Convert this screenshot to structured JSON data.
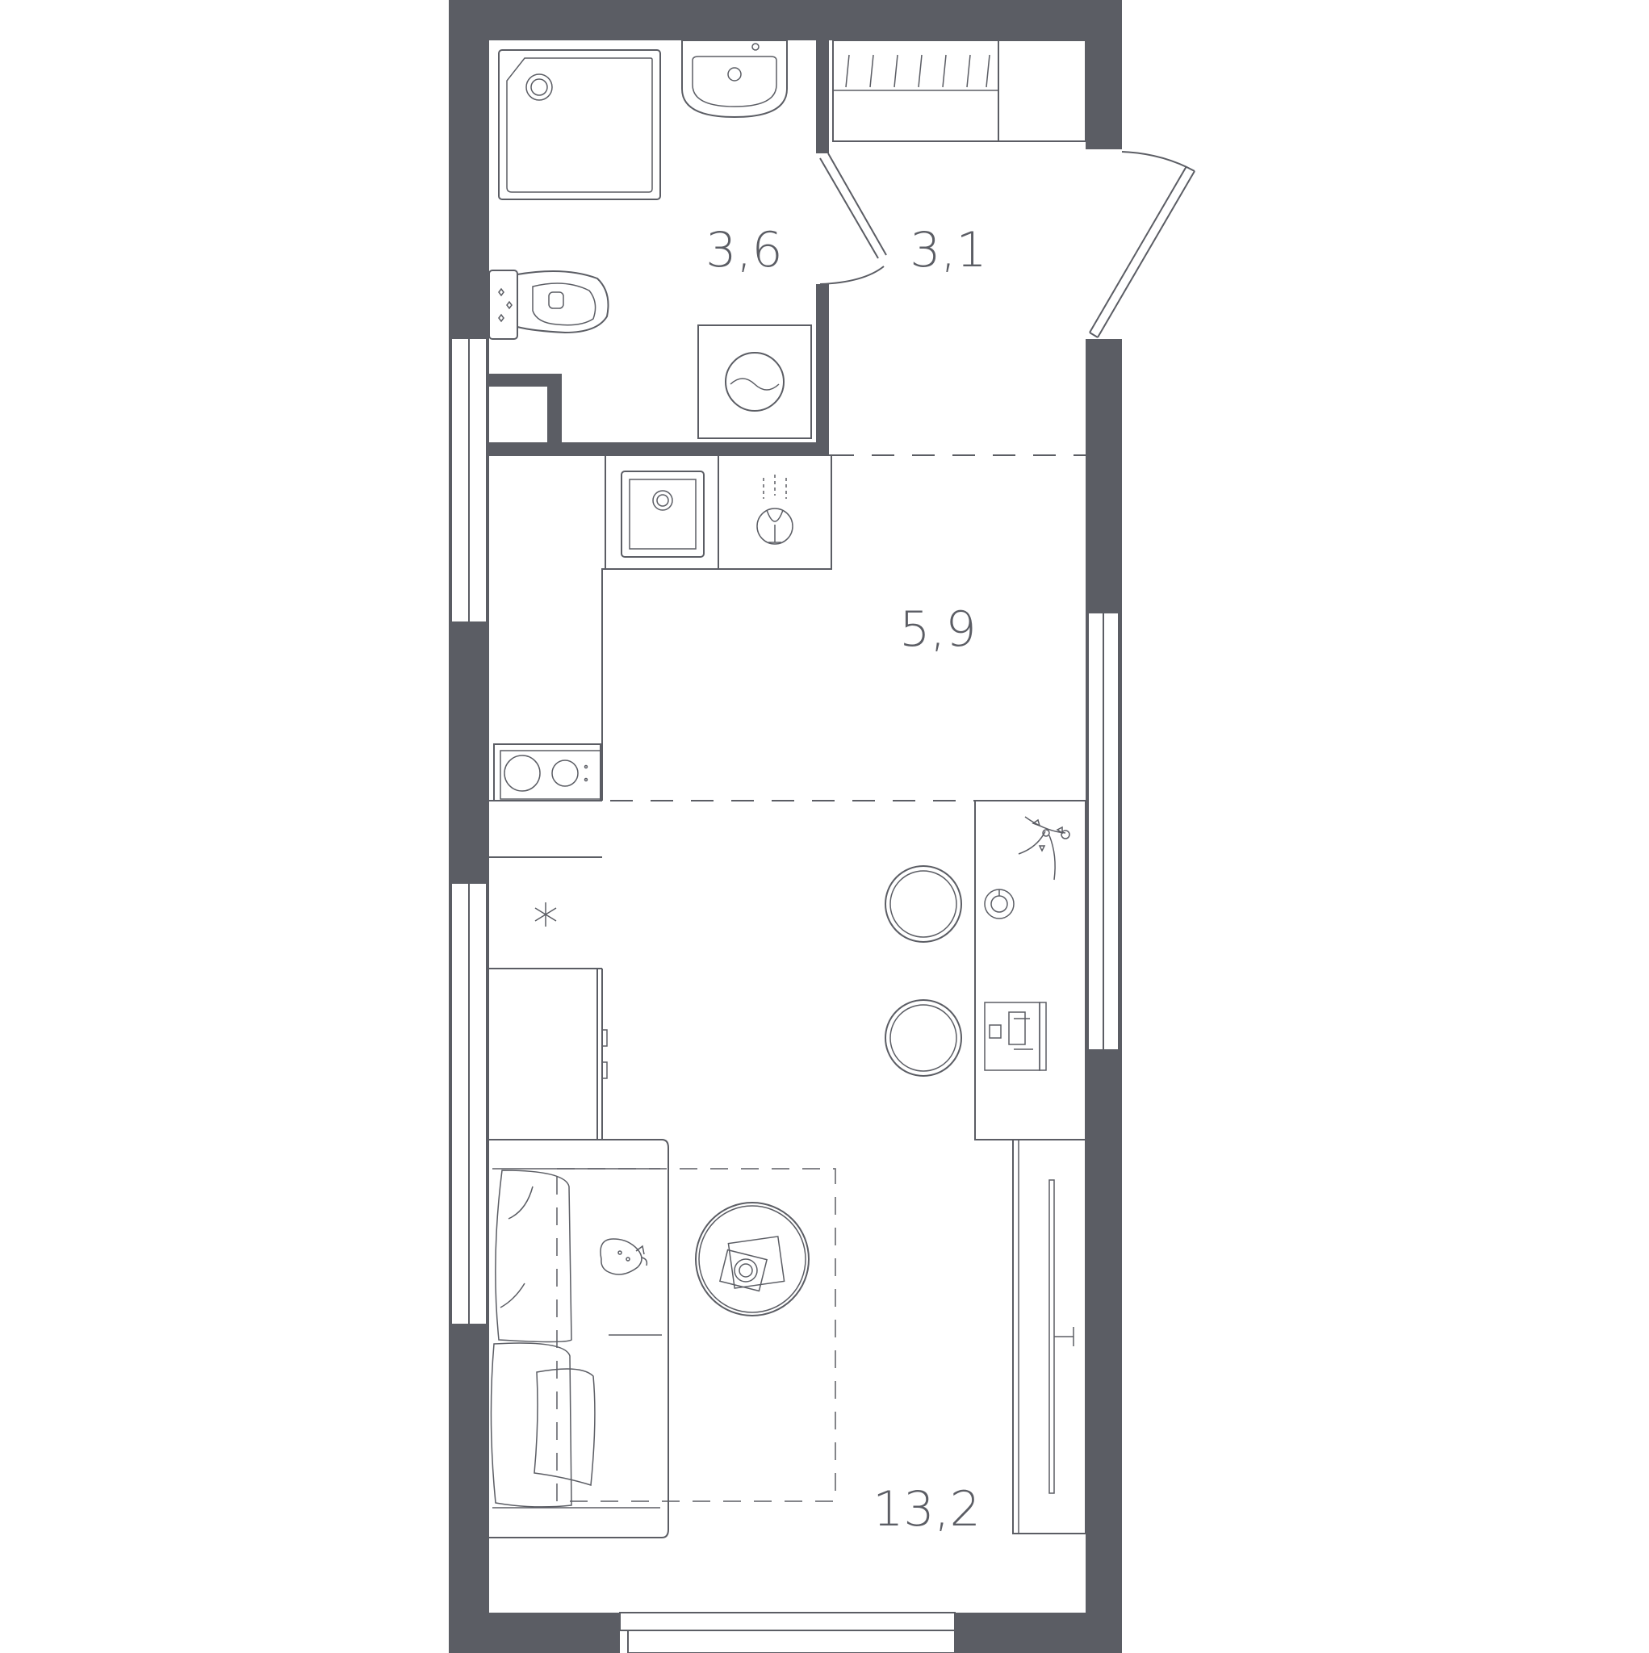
{
  "rooms": [
    {
      "id": "bathroom",
      "area": "3,6"
    },
    {
      "id": "hallway",
      "area": "3,1"
    },
    {
      "id": "kitchen",
      "area": "5,9"
    },
    {
      "id": "living-room",
      "area": "13,2"
    }
  ],
  "colors": {
    "wall": "#5b5d64",
    "background": "#ffffff"
  },
  "icons": [
    "shower-tray-icon",
    "sink-icon",
    "toilet-icon",
    "washing-machine-icon",
    "kitchen-sink-icon",
    "wine-glass-icon",
    "cooktop-icon",
    "snowflake-icon",
    "stool-icon",
    "laptop-icon",
    "plant-icon",
    "coffee-table-icon",
    "sofa-icon",
    "cat-icon",
    "wardrobe-icon",
    "entrance-door-icon",
    "window-icon"
  ]
}
